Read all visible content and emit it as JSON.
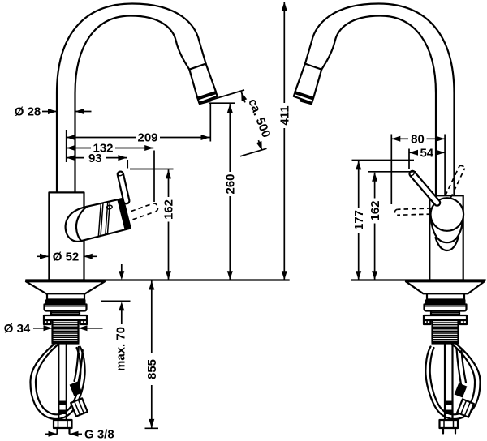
{
  "drawing": {
    "type": "technical-dimension-diagram",
    "subject": "kitchen-mixer-tap-two-views",
    "colors": {
      "line": "#000000",
      "background": "#ffffff"
    },
    "left_view": {
      "labels": {
        "spout_pipe_diameter": "Ø 28",
        "spout_reach": "209",
        "handle_reach": "132",
        "lever_reach": "93",
        "pullout_hose_length": "ca. 500",
        "total_height": "411",
        "outlet_height": "260",
        "lever_height": "162",
        "body_diameter": "Ø 52",
        "shank_diameter": "Ø 34",
        "max_counter_thickness": "max. 70",
        "hose_length_below": "855",
        "connection_thread": "G 3/8"
      }
    },
    "right_view": {
      "labels": {
        "lever_side_reach": "80",
        "lever_side_offset": "54",
        "lever_raised_height": "177",
        "lever_height": "162"
      }
    }
  }
}
